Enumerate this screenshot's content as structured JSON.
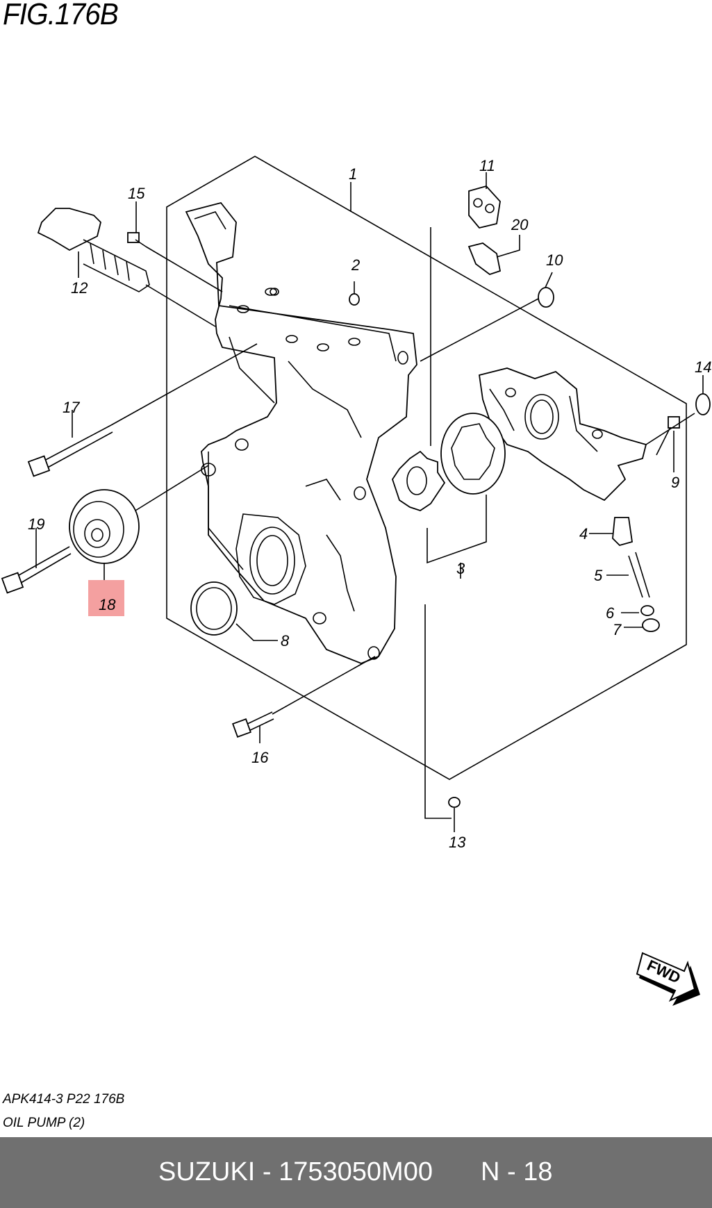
{
  "figure": {
    "title": "FIG.176B",
    "code": "APK414-3 P22 176B",
    "name": "OIL PUMP (2)"
  },
  "parts": [
    {
      "num": "1"
    },
    {
      "num": "2"
    },
    {
      "num": "3"
    },
    {
      "num": "4"
    },
    {
      "num": "5"
    },
    {
      "num": "6"
    },
    {
      "num": "7"
    },
    {
      "num": "8"
    },
    {
      "num": "9"
    },
    {
      "num": "10"
    },
    {
      "num": "11"
    },
    {
      "num": "12"
    },
    {
      "num": "13"
    },
    {
      "num": "14"
    },
    {
      "num": "15"
    },
    {
      "num": "16"
    },
    {
      "num": "17"
    },
    {
      "num": "18",
      "highlighted": true
    },
    {
      "num": "19"
    },
    {
      "num": "20"
    }
  ],
  "highlight_color": "#f08080",
  "fwd_label": "FWD",
  "footer": {
    "brand_part": "SUZUKI - 1753050M00",
    "ref": "N - 18",
    "background": "#707070"
  }
}
